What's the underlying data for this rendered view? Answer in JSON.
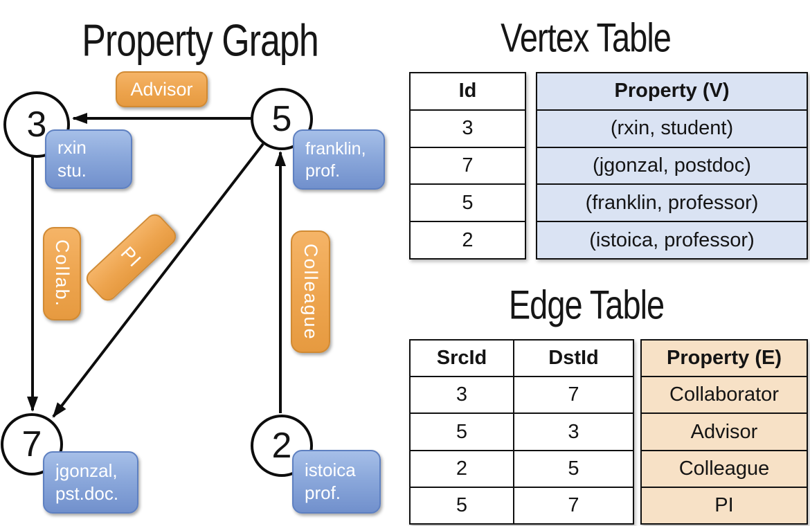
{
  "titles": {
    "graph": "Property Graph",
    "vertex": "Vertex Table",
    "edge": "Edge Table"
  },
  "colors": {
    "node_label_blue": "#7f9dd6",
    "edge_label_orange": "#eda44e",
    "vertex_property_fill": "#dae3f3",
    "edge_property_fill": "#f7e1c6",
    "line_black": "#0d0d0d"
  },
  "graph": {
    "nodes": [
      {
        "id": "3",
        "label_line1": "rxin",
        "label_line2": "stu."
      },
      {
        "id": "5",
        "label_line1": "franklin,",
        "label_line2": "prof."
      },
      {
        "id": "7",
        "label_line1": "jgonzal,",
        "label_line2": "pst.doc."
      },
      {
        "id": "2",
        "label_line1": "istoica",
        "label_line2": "prof."
      }
    ],
    "edge_labels": [
      {
        "text": "Advisor"
      },
      {
        "text": "Collab."
      },
      {
        "text": "PI"
      },
      {
        "text": "Colleague"
      }
    ]
  },
  "vertex_table": {
    "headers": [
      "Id",
      "Property (V)"
    ],
    "rows": [
      {
        "id": "3",
        "property": "(rxin, student)"
      },
      {
        "id": "7",
        "property": "(jgonzal, postdoc)"
      },
      {
        "id": "5",
        "property": "(franklin, professor)"
      },
      {
        "id": "2",
        "property": "(istoica, professor)"
      }
    ]
  },
  "edge_table": {
    "headers": [
      "SrcId",
      "DstId",
      "Property (E)"
    ],
    "rows": [
      {
        "src": "3",
        "dst": "7",
        "property": "Collaborator"
      },
      {
        "src": "5",
        "dst": "3",
        "property": "Advisor"
      },
      {
        "src": "2",
        "dst": "5",
        "property": "Colleague"
      },
      {
        "src": "5",
        "dst": "7",
        "property": "PI"
      }
    ]
  }
}
